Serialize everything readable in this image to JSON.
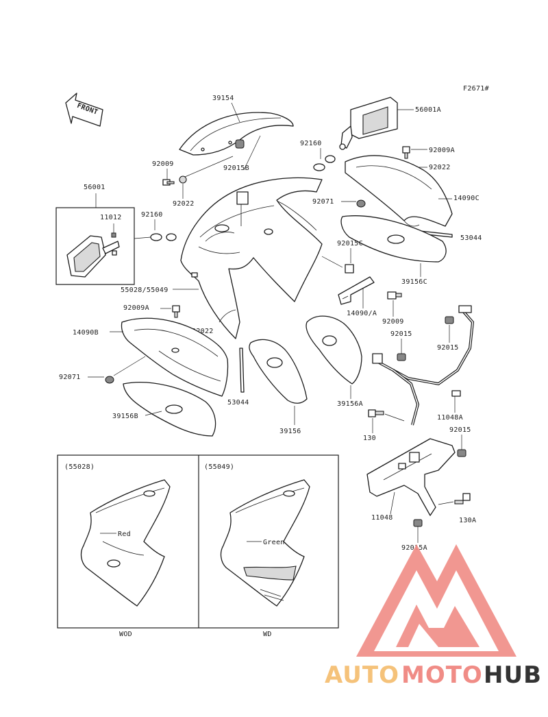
{
  "figure_code": "F2671#",
  "front_label": "FRONT",
  "parts": {
    "p39154": "39154",
    "p56001A": "56001A",
    "p92160_top": "92160",
    "p92009A_top": "92009A",
    "p92022_top": "92022",
    "p92009": "92009",
    "p92015B": "92015B",
    "p92022_left": "92022",
    "p92071_top": "92071",
    "p14090C": "14090C",
    "p56001": "56001",
    "p11012": "11012",
    "p92160_left": "92160",
    "p53044_top": "53044",
    "p92015C": "92015C",
    "p39156C": "39156C",
    "p55028_55049": "55028/55049",
    "p92009A_left": "92009A",
    "p14090A": "14090/A",
    "p92009_mid": "92009",
    "p14090B": "14090B",
    "p92022_mid": "92022",
    "p92015_a": "92015",
    "p92015_b": "92015",
    "p92071_left": "92071",
    "p53044_bottom": "53044",
    "p39156A": "39156A",
    "p11048A": "11048A",
    "p39156B": "39156B",
    "p39156": "39156",
    "p130": "130",
    "p92015_c": "92015",
    "p11048": "11048",
    "p130A": "130A",
    "p92015A": "92015A"
  },
  "variants": {
    "left_code": "(55028)",
    "left_color": "Red",
    "left_caption": "WOD",
    "right_code": "(55049)",
    "right_color": "Green",
    "right_caption": "WD"
  },
  "watermark": {
    "word_a": "AUTO",
    "word_b": "MOTO",
    "word_c": "HUB",
    "color_a": "#f5c27a",
    "color_b": "#f08c86",
    "color_c": "#333333",
    "logo_color": "#f08c86"
  }
}
